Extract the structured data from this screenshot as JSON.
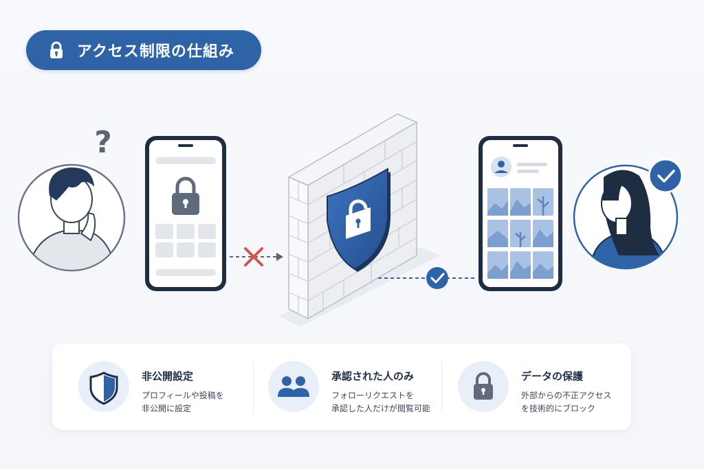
{
  "title": {
    "text": "アクセス制限の仕組み",
    "icon": "lock-icon",
    "color": "#2f63a8"
  },
  "diagram": {
    "question_mark": "?",
    "blocked_mark": "cross-mark",
    "allowed_mark": "check-mark",
    "accent_color": "#2f63a8",
    "blocked_color": "#d9534f"
  },
  "features": [
    {
      "icon": "shield-icon",
      "title": "非公開設定",
      "line1": "プロフィールや投稿を",
      "line2": "非公開に設定"
    },
    {
      "icon": "users-icon",
      "title": "承認された人のみ",
      "line1": "フォローリクエストを",
      "line2": "承認した人だけが閲覧可能"
    },
    {
      "icon": "lock-icon",
      "title": "データの保護",
      "line1": "外部からの不正アクセス",
      "line2": "を技術的にブロック"
    }
  ]
}
